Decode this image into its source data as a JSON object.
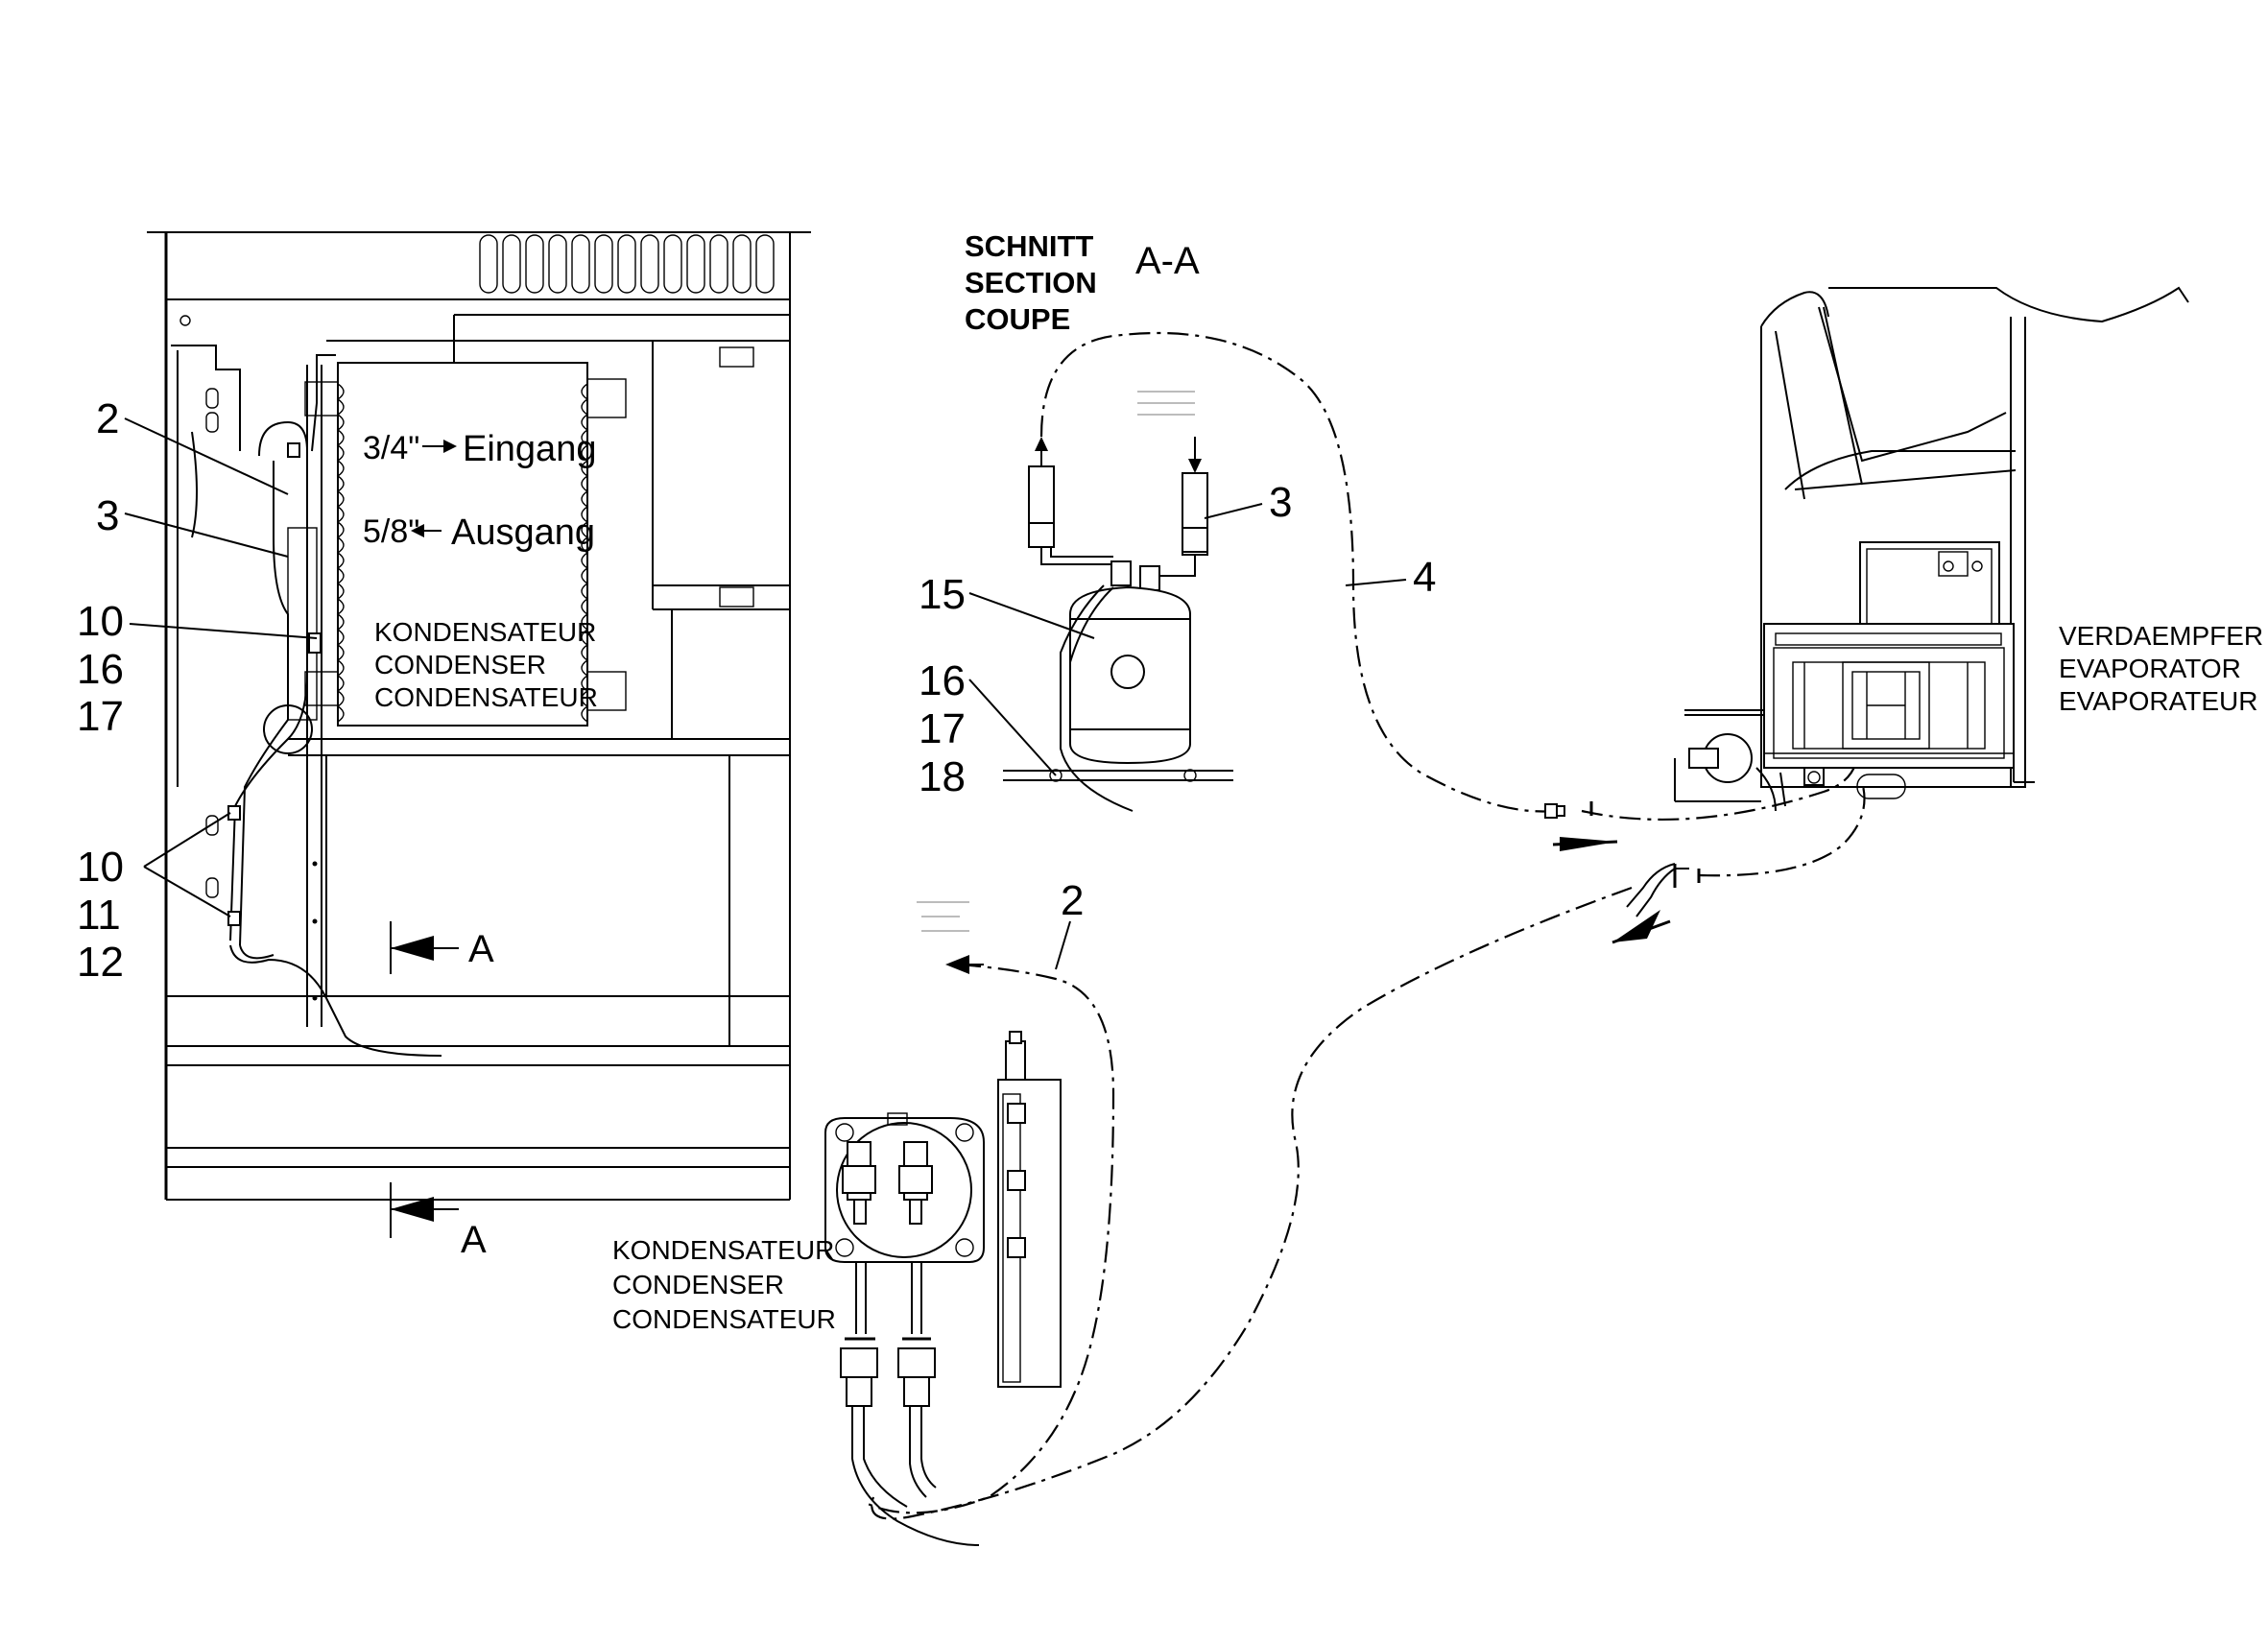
{
  "section_header": {
    "line1": "SCHNITT",
    "line2": "SECTION",
    "line3": "COUPE",
    "section_name": "A-A"
  },
  "callouts": {
    "left_2": "2",
    "left_3": "3",
    "left_10a": "10",
    "left_16": "16",
    "left_17": "17",
    "left_10b": "10",
    "left_11": "11",
    "left_12": "12",
    "center_3": "3",
    "center_15": "15",
    "center_16": "16",
    "center_17": "17",
    "center_18": "18",
    "center_4": "4",
    "center_2": "2"
  },
  "connections": {
    "inlet_size": "3/4\"",
    "inlet_label": "Eingang",
    "outlet_size": "5/8\"",
    "outlet_label": "Ausgang"
  },
  "condenser_panel_label": {
    "line1": "KONDENSATEUR",
    "line2": "CONDENSER",
    "line3": "CONDENSATEUR"
  },
  "condenser_lower_label": {
    "line1": "KONDENSATEUR",
    "line2": "CONDENSER",
    "line3": "CONDENSATEUR"
  },
  "evaporator_label": {
    "line1": "VERDAEMPFER",
    "line2": "EVAPORATOR",
    "line3": "EVAPORATEUR"
  },
  "section_marks": {
    "upper": "A",
    "lower": "A"
  }
}
